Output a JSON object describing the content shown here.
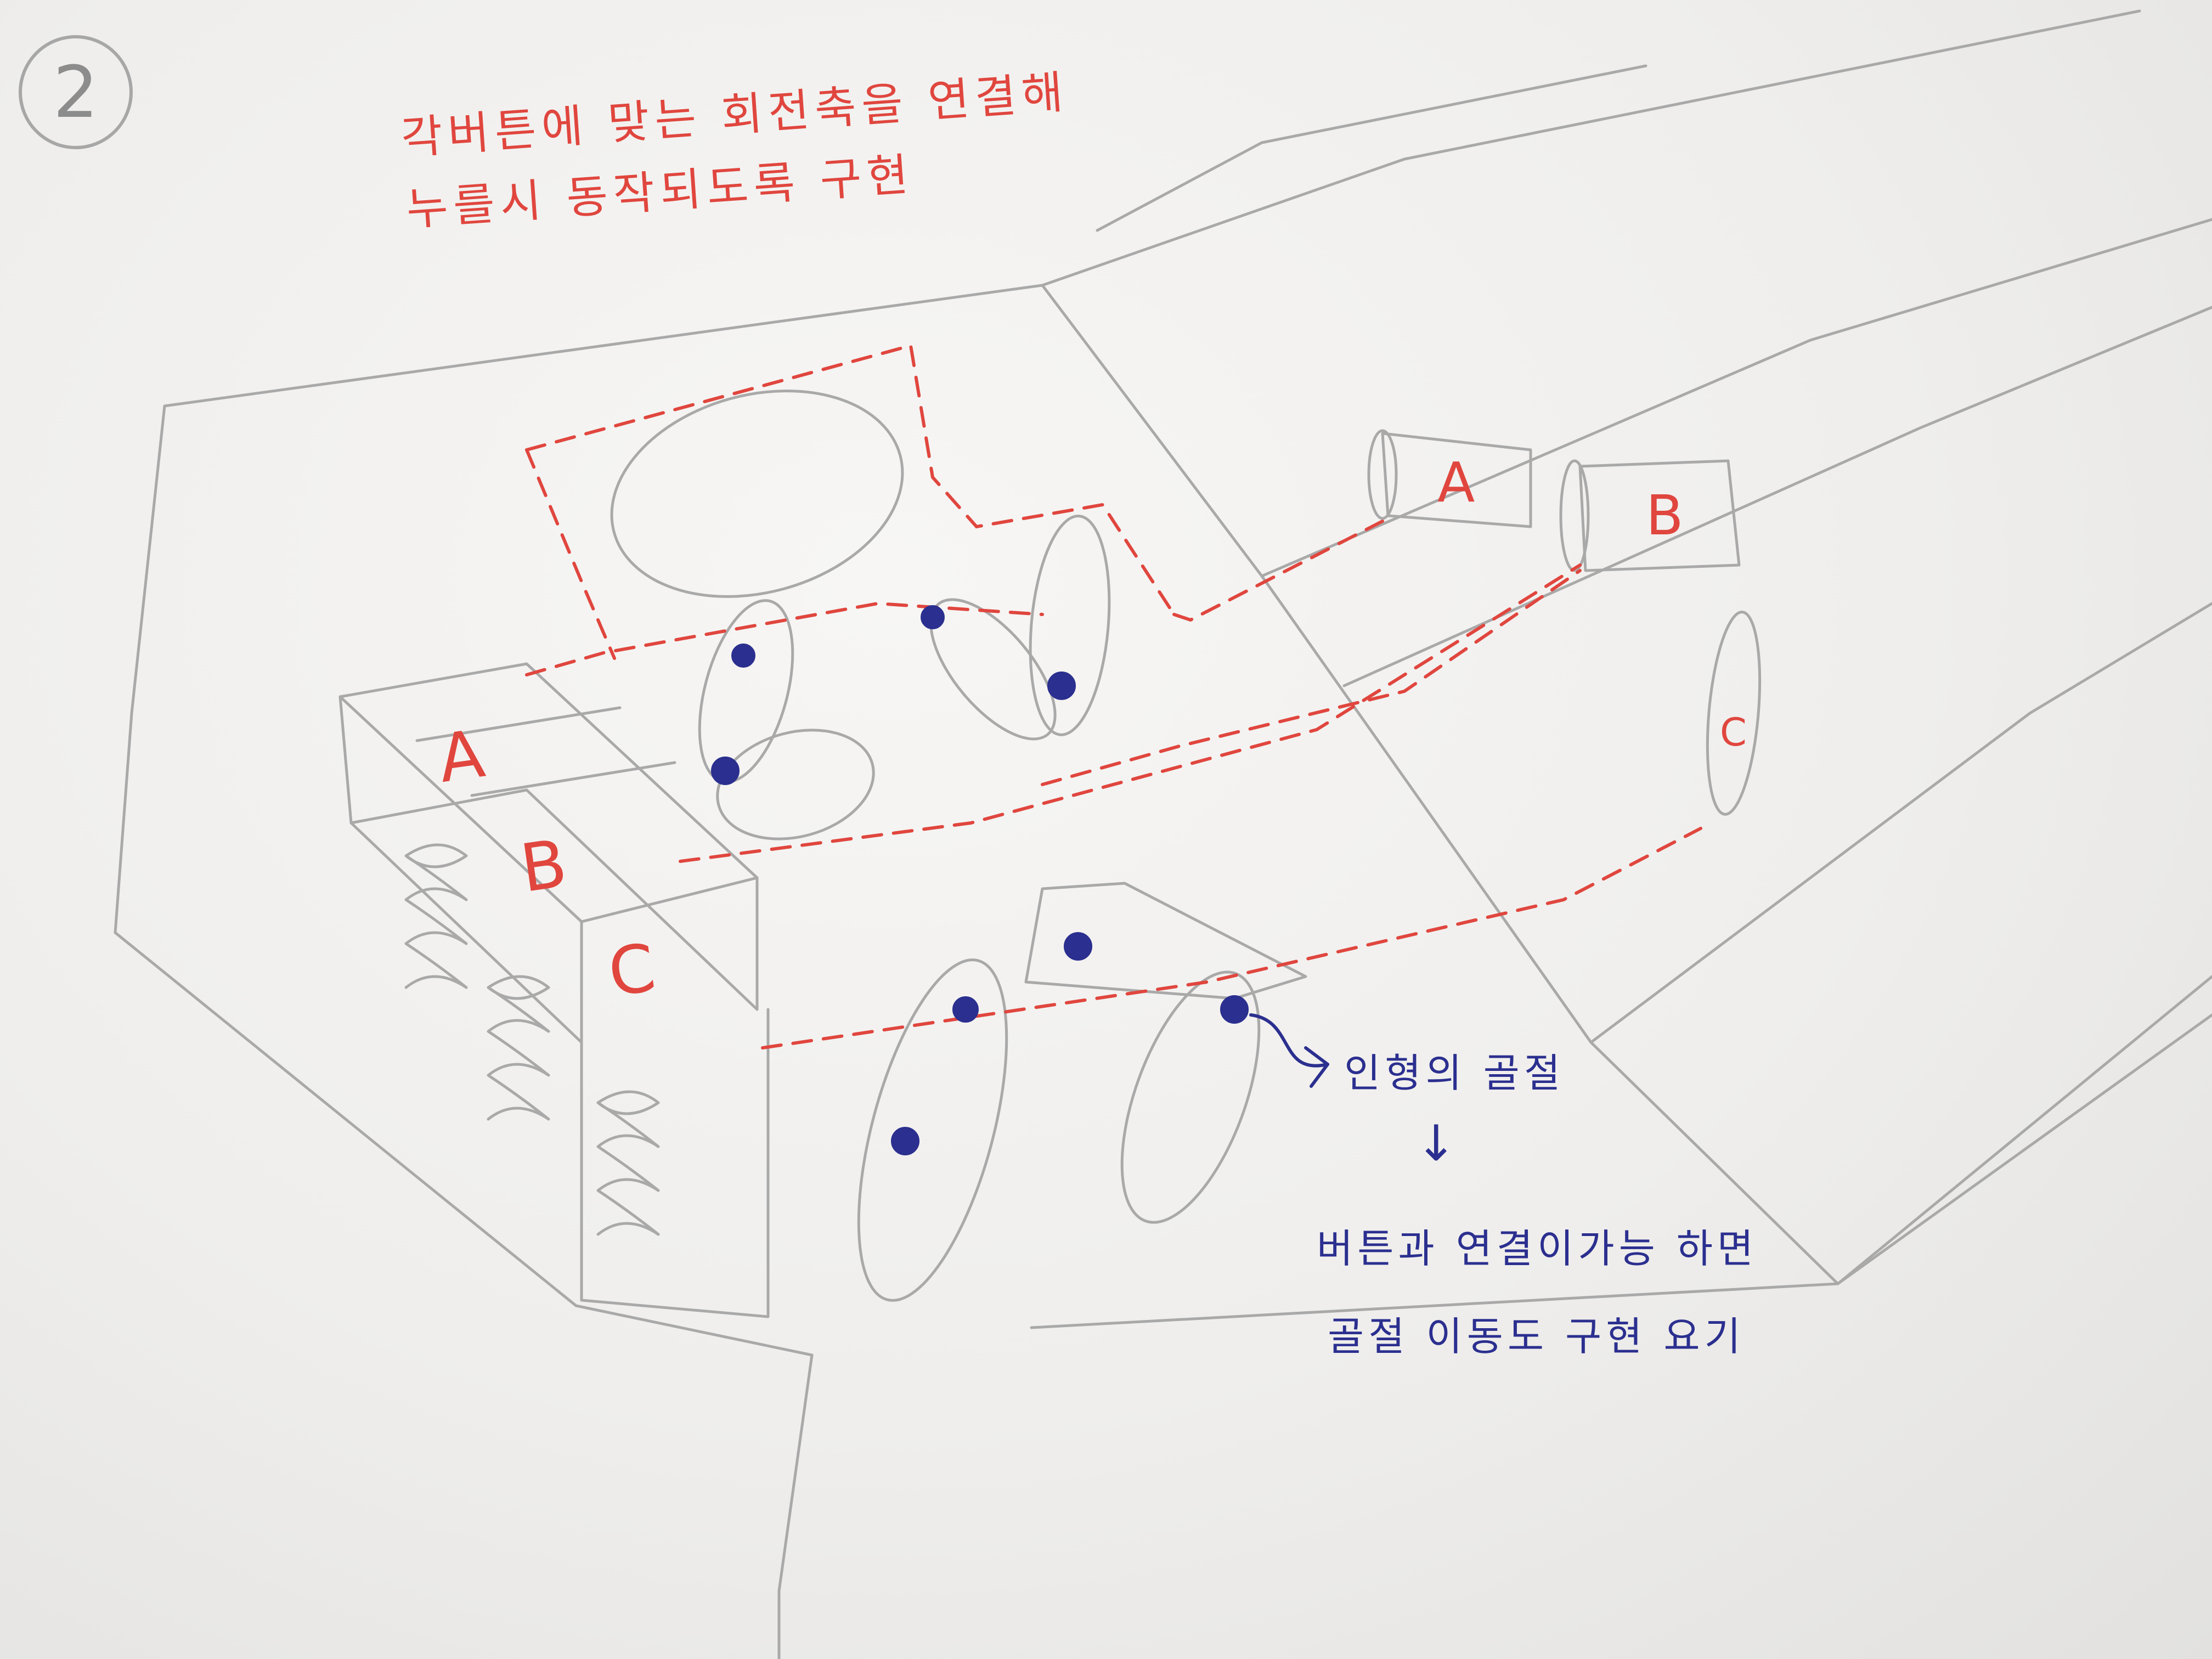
{
  "corner_number": "2",
  "notes": {
    "red_line1": "각버튼에 맞는 회전축을 연결해",
    "red_line2": "누를시 동작되도록 구현",
    "joint": "인형의 골절",
    "arrow_down": "↓",
    "blue_line1": "버튼과 연결이가능 하면",
    "blue_line2": "골절 이동도 구현 요기"
  },
  "buttons_front": [
    "A",
    "B",
    "C"
  ],
  "buttons_back": [
    "A",
    "B",
    "C"
  ],
  "colors": {
    "pencil": "#a9a9a9",
    "red_pen": "#e0463e",
    "blue_pen": "#2b2f8f"
  }
}
